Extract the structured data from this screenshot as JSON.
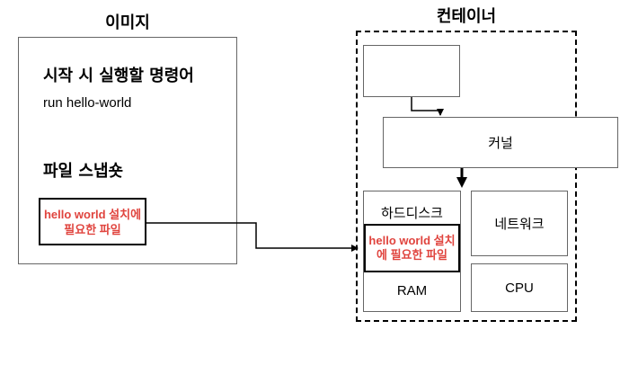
{
  "image_panel": {
    "title": "이미지",
    "startup_heading": "시작 시 실행할 명령어",
    "command": "run hello-world",
    "snapshot_heading": "파일 스냅숏",
    "file_box_text": "hello world 설치에 필요한 파일"
  },
  "container_panel": {
    "title": "컨테이너",
    "kernel_label": "커널",
    "hdd_label": "하드디스크",
    "hdd_file_text": "hello world 설치에 필요한 파일",
    "network_label": "네트워크",
    "ram_label": "RAM",
    "cpu_label": "CPU"
  },
  "colors": {
    "highlight_text": "#e0443e",
    "border": "#666666",
    "line": "#000000"
  }
}
